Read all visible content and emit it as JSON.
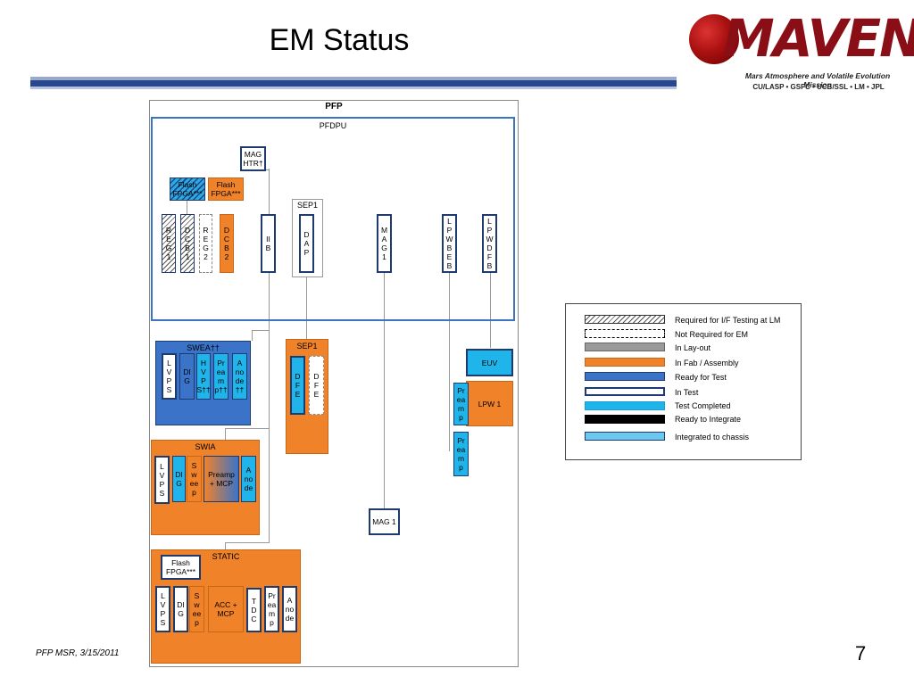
{
  "slide": {
    "title": "EM Status",
    "footer": "PFP MSR, 3/15/2011",
    "page": "7"
  },
  "logo": {
    "name": "MAVEN",
    "subtitle": "Mars Atmosphere and Volatile Evolution Mission",
    "partners": "CU/LASP • GSFC • UCB/SSL • LM • JPL"
  },
  "colors": {
    "in_test_border": "#1f3a6e",
    "in_fab": "#f0822a",
    "ready_for_test": "#3a73c8",
    "test_completed": "#1fb5ea",
    "ready_to_integrate": "#000000",
    "integrated": "#6dc8f0",
    "pfdpu_border": "#3b75c2"
  },
  "diagram": {
    "pfp_label": "PFP",
    "pfdpu_label": "PFDPU",
    "pfdpu_boxes": {
      "mag_htr": "MAG\nHTR†",
      "flash_fpga_a": "Flash\nFPGA***",
      "flash_fpga_b": "Flash\nFPGA***",
      "reg1": "R\nE\nG\n1",
      "dcb1": "D\nC\nB\n1",
      "reg2": "R\nE\nG\n2",
      "dcb2": "D\nC\nB\n2",
      "ib": "II\nB",
      "sep1_label": "SEP1",
      "dap": "D\nA\nP",
      "mag1_pdu": "M\nA\nG\n1",
      "lpwbeb": "L\nP\nW\nB\nE\nB",
      "lpwdfb": "L\nP\nW\nD\nF\nB"
    },
    "swea": {
      "label": "SWEA††",
      "lvps": "L\nV\nP\nS",
      "dig": "DI\nG",
      "hvps": "H\nV\nP\nS††",
      "preamp": "Pr\nea\nm\np††",
      "anode": "A\nno\nde\n††"
    },
    "sep1_sensor": {
      "label": "SEP1",
      "dfe1": "D\nF\nE",
      "dfe2": "D\nF\nE"
    },
    "lpw": {
      "euv": "EUV",
      "preamp1": "Pr\nea\nm\np",
      "lpw1": "LPW 1",
      "preamp2": "Pr\nea\nm\np"
    },
    "swia": {
      "label": "SWIA",
      "lvps": "L\nV\nP\nS",
      "dig": "DI\nG",
      "sweep": "S\nw\nee\np",
      "preamp_mcp": "Preamp\n+ MCP",
      "anode": "A\nno\nde"
    },
    "mag1": "MAG 1",
    "static": {
      "label": "STATIC",
      "flash_fpga": "Flash\nFPGA***",
      "lvps": "L\nV\nP\nS",
      "dig": "DI\nG",
      "sweep": "S\nw\nee\np",
      "acc_mcp": "ACC +\nMCP",
      "tdc": "T\nD\nC",
      "preamp": "Pr\nea\nm\np",
      "anode": "A\nno\nde"
    }
  },
  "legend": [
    {
      "label": "Required for I/F Testing at LM",
      "style": "hatch"
    },
    {
      "label": "Not Required for EM",
      "style": "dashed"
    },
    {
      "label": "In Lay-out",
      "style": "gray"
    },
    {
      "label": "In Fab / Assembly",
      "style": "orange"
    },
    {
      "label": "Ready for Test",
      "style": "blue"
    },
    {
      "label": "In Test",
      "style": "outline"
    },
    {
      "label": "Test Completed",
      "style": "cyan"
    },
    {
      "label": "Ready to Integrate",
      "style": "black"
    },
    {
      "label": "Integrated to chassis",
      "style": "lightblue"
    }
  ]
}
